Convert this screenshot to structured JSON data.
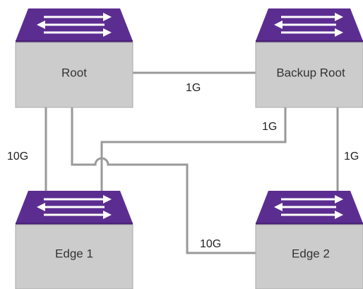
{
  "devices": {
    "root": {
      "label": "Root"
    },
    "backup_root": {
      "label": "Backup Root"
    },
    "edge1": {
      "label": "Edge 1"
    },
    "edge2": {
      "label": "Edge 2"
    }
  },
  "links": {
    "root_backup": "1G",
    "backup_edge1": "1G",
    "root_edge1": "10G",
    "backup_edge2": "1G",
    "root_edge2": "10G"
  },
  "colors": {
    "switch_top": "#5c2d91",
    "switch_body": "#cccccc",
    "link": "#999999"
  },
  "icons": {
    "switch": "network-switch-icon"
  }
}
